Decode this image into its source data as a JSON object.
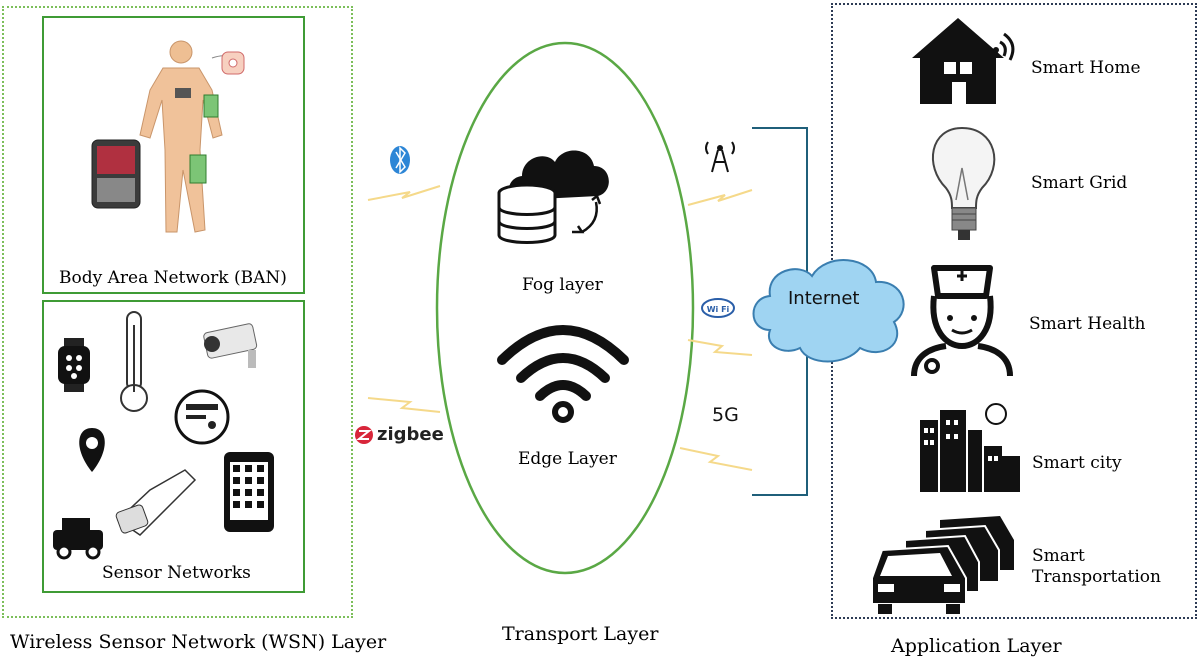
{
  "layers": {
    "wsn_label": "Wireless Sensor Network (WSN) Layer",
    "transport_label": "Transport Layer",
    "application_label": "Application Layer"
  },
  "wsn": {
    "ban_label": "Body Area Network (BAN)",
    "sensor_label": "Sensor Networks"
  },
  "transport": {
    "fog_label": "Fog layer",
    "edge_label": "Edge Layer"
  },
  "links": {
    "zigbee_label": "zigbee",
    "wifi_label": "Wi Fi",
    "fiveg_label": "5G",
    "internet_label": "Internet"
  },
  "applications": [
    {
      "label": "Smart Home",
      "icon": "house-icon"
    },
    {
      "label": "Smart Grid",
      "icon": "light-bulb-icon"
    },
    {
      "label": "Smart Health",
      "icon": "nurse-icon"
    },
    {
      "label": "Smart city",
      "icon": "city-icon"
    },
    {
      "label": "Smart\nTransportation",
      "icon": "cars-icon"
    }
  ],
  "colors": {
    "green_border": "#3f9b35",
    "app_border": "#2d3b55",
    "cloud_fill": "#9fd4f2",
    "link_lines": "#f5d98a",
    "bracket": "#1f5f7a"
  }
}
